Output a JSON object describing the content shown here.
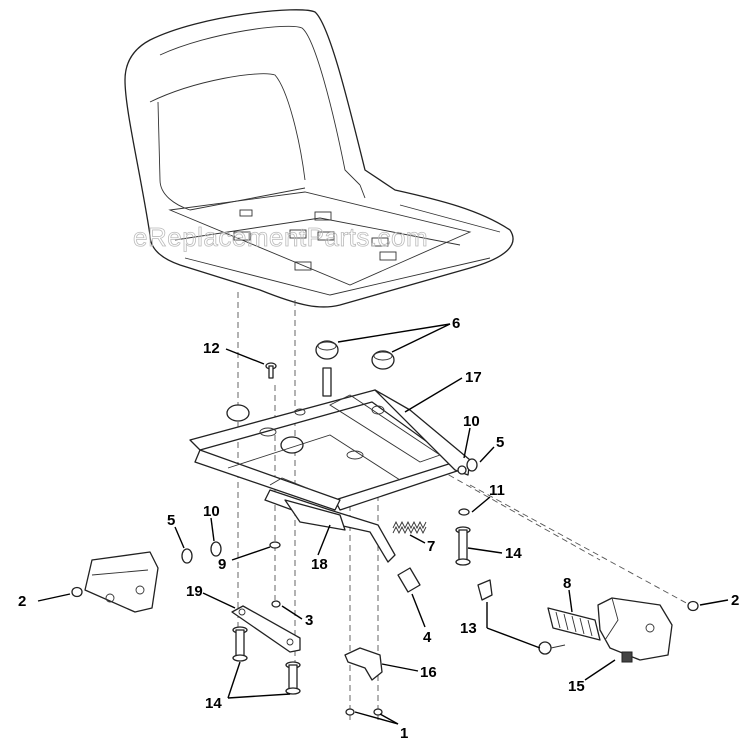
{
  "watermark": "eReplacementParts.com",
  "callouts": {
    "c1": "1",
    "c2a": "2",
    "c2b": "2",
    "c3": "3",
    "c4": "4",
    "c5a": "5",
    "c5b": "5",
    "c6": "6",
    "c7": "7",
    "c8": "8",
    "c9": "9",
    "c10a": "10",
    "c10b": "10",
    "c11": "11",
    "c12": "12",
    "c13": "13",
    "c14a": "14",
    "c14b": "14",
    "c15": "15",
    "c16": "16",
    "c17": "17",
    "c18": "18",
    "c19": "19"
  },
  "colors": {
    "line": "#222222",
    "leader": "#000000",
    "watermark": "#bbbbbb"
  }
}
